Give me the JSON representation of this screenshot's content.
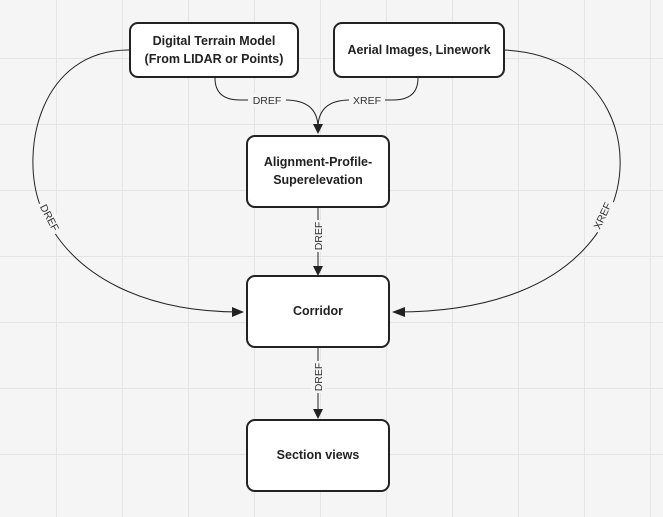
{
  "nodes": {
    "dtm": {
      "lines": [
        "Digital Terrain Model",
        "(From LIDAR or Points)"
      ]
    },
    "aerial": {
      "lines": [
        "Aerial Images, Linework"
      ]
    },
    "alignment": {
      "lines": [
        "Alignment-Profile-",
        "Superelevation"
      ]
    },
    "corridor": {
      "lines": [
        "Corridor"
      ]
    },
    "section": {
      "lines": [
        "Section views"
      ]
    }
  },
  "edges": {
    "dtm_to_alignment": {
      "label": "DREF"
    },
    "aerial_to_alignment": {
      "label": "XREF"
    },
    "dtm_to_corridor": {
      "label": "DREF"
    },
    "aerial_to_corridor": {
      "label": "XREF"
    },
    "alignment_to_corridor": {
      "label": "DREF"
    },
    "corridor_to_section": {
      "label": "DREF"
    }
  }
}
